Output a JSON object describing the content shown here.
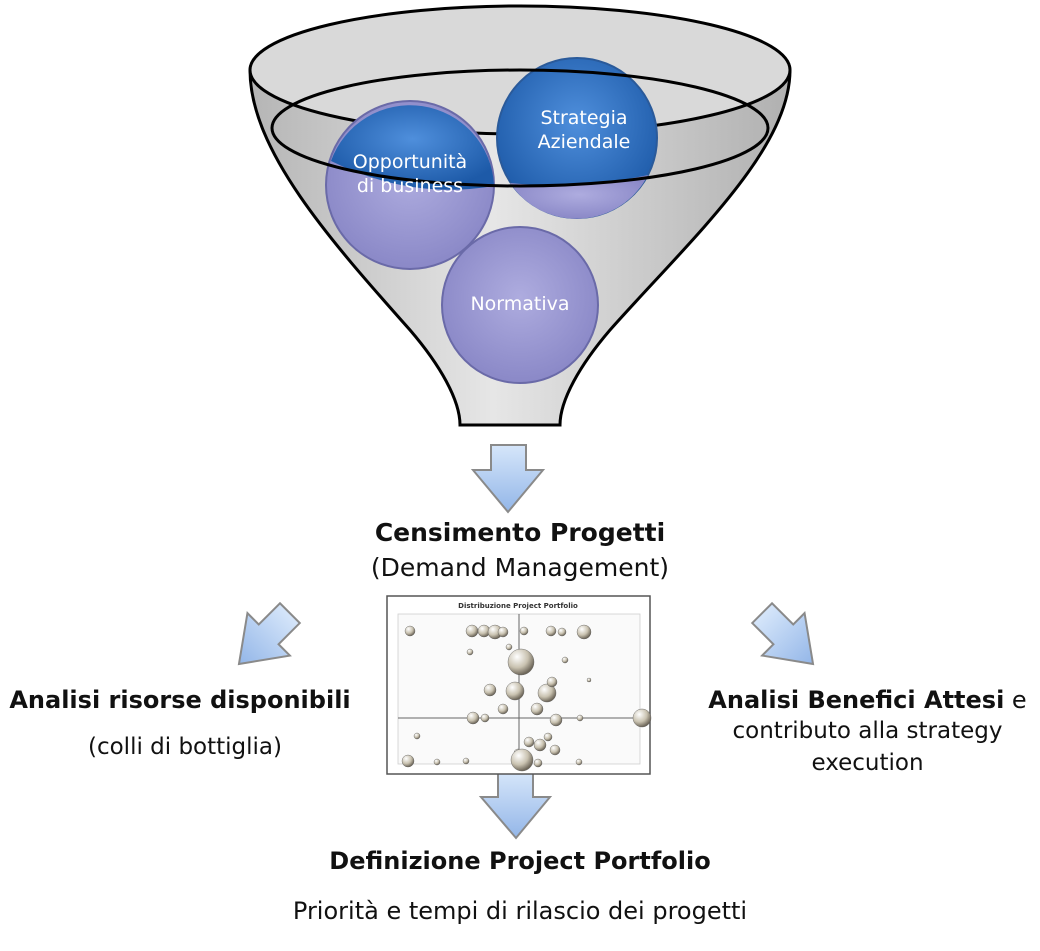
{
  "funnel": {
    "circles": [
      {
        "label_line1": "Opportunità",
        "label_line2": "di business"
      },
      {
        "label_line1": "Strategia",
        "label_line2": "Aziendale"
      },
      {
        "label_line1": "Normativa",
        "label_line2": ""
      }
    ]
  },
  "center": {
    "title": "Censimento Progetti",
    "subtitle": "(Demand Management)",
    "thumbnail_title": "Distribuzione Project Portfolio"
  },
  "left": {
    "title": "Analisi risorse disponibili",
    "subtitle": "(colli di bottiglia)"
  },
  "right": {
    "title_bold": "Analisi Benefici Attesi",
    "title_rest": " e",
    "line2": "contributo alla strategy",
    "line3": "execution"
  },
  "bottom": {
    "title": "Definizione Project Portfolio",
    "subtitle": "Priorità e tempi di rilascio dei progetti"
  },
  "colors": {
    "funnel_fill": "#c9c9c9",
    "circle_blue": "#2f6fbf",
    "circle_purple": "#9a98d2",
    "arrow_fill": "#a9c7ef",
    "arrow_stroke": "#8a8a8a"
  }
}
